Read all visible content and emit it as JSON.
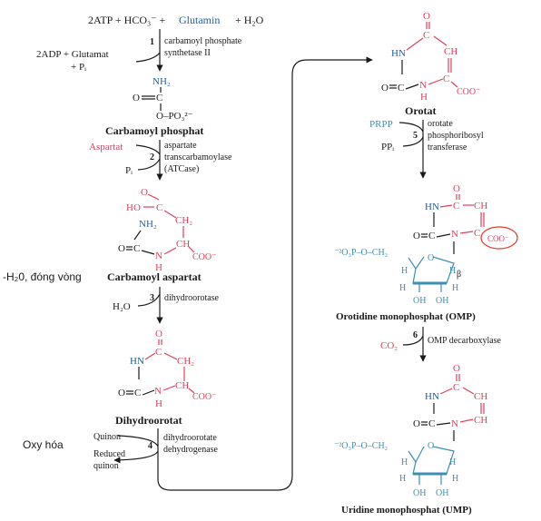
{
  "reaction1": {
    "substrates": "2ATP + HCO₃⁻ +",
    "glutamine": "Glutamin",
    "water": "+ H₂O",
    "step": "1",
    "enzyme_line1": "carbamoyl phosphate",
    "enzyme_line2": "synthetase II",
    "products_line1": "2ADP + Glutamat",
    "products_line2": "+ Pᵢ"
  },
  "carbamoyl_phosphate": {
    "nh2": "NH₂",
    "o_dbl": "O",
    "c": "C",
    "o_po3": "O–PO₃²⁻",
    "name": "Carbamoyl phosphat"
  },
  "reaction2": {
    "aspartate": "Aspartat",
    "step": "2",
    "enzyme_line1": "aspartate",
    "enzyme_line2": "transcarbamoylase",
    "enzyme_line3": "(ATCase)",
    "product": "Pᵢ"
  },
  "carbamoyl_aspartate": {
    "ho": "HO",
    "c_top": "C",
    "o_top": "O",
    "nh2": "NH₂",
    "ch2": "CH₂",
    "o_left": "O",
    "c_left": "C",
    "n": "N",
    "h": "H",
    "ch": "CH",
    "coo": "COO⁻",
    "name": "Carbamoyl aspartat"
  },
  "side_note_cyclization": "-H₂0, đóng vòng",
  "reaction3": {
    "water": "H₂O",
    "step": "3",
    "enzyme": "dihydroorotase"
  },
  "dihydroorotate": {
    "o_top": "O",
    "c_top": "C",
    "hn": "HN",
    "ch2": "CH₂",
    "o_left": "O",
    "c_left": "C",
    "n": "N",
    "h": "H",
    "ch": "CH",
    "coo": "COO⁻",
    "name": "Dihydroorotat"
  },
  "side_note_oxidation": "Oxy hóa",
  "reaction4": {
    "substrate": "Quinon",
    "step": "4",
    "enzyme_line1": "dihydroorotate",
    "enzyme_line2": "dehydrogenase",
    "product_line1": "Reduced",
    "product_line2": "quinon"
  },
  "orotate": {
    "o_top": "O",
    "c_top": "C",
    "hn": "HN",
    "ch": "CH",
    "o_left": "O",
    "c_left": "C",
    "n": "N",
    "h": "H",
    "c_right": "C",
    "coo": "COO⁻",
    "name": "Orotat"
  },
  "reaction5": {
    "prpp": "PRPP",
    "step": "5",
    "enzyme_line1": "orotate",
    "enzyme_line2": "phosphoribosyl",
    "enzyme_line3": "transferase",
    "product": "PPᵢ"
  },
  "omp": {
    "o_top": "O",
    "c_top": "C",
    "hn": "HN",
    "ch": "CH",
    "o_left": "O",
    "c_left": "C",
    "n": "N",
    "c_right": "C",
    "coo": "COO⁻",
    "phosphate": "⁻²O₃P–O–CH₂",
    "ring_o": "O",
    "h1": "H",
    "h2": "H",
    "h3": "H",
    "h4": "H",
    "oh1": "OH",
    "oh2": "OH",
    "beta": "β",
    "name": "Orotidine monophosphat  (OMP)"
  },
  "reaction6": {
    "co2": "CO₂",
    "step": "6",
    "enzyme": "OMP decarboxylase"
  },
  "ump": {
    "o_top": "O",
    "c_top": "C",
    "hn": "HN",
    "ch_top": "CH",
    "o_left": "O",
    "c_left": "C",
    "n": "N",
    "ch_right": "CH",
    "phosphate": "⁻²O₃P–O–CH₂",
    "ring_o": "O",
    "h1": "H",
    "h2": "H",
    "h3": "H",
    "h4": "H",
    "oh1": "OH",
    "oh2": "OH",
    "name": "Uridine monophosphat  (UMP)"
  }
}
